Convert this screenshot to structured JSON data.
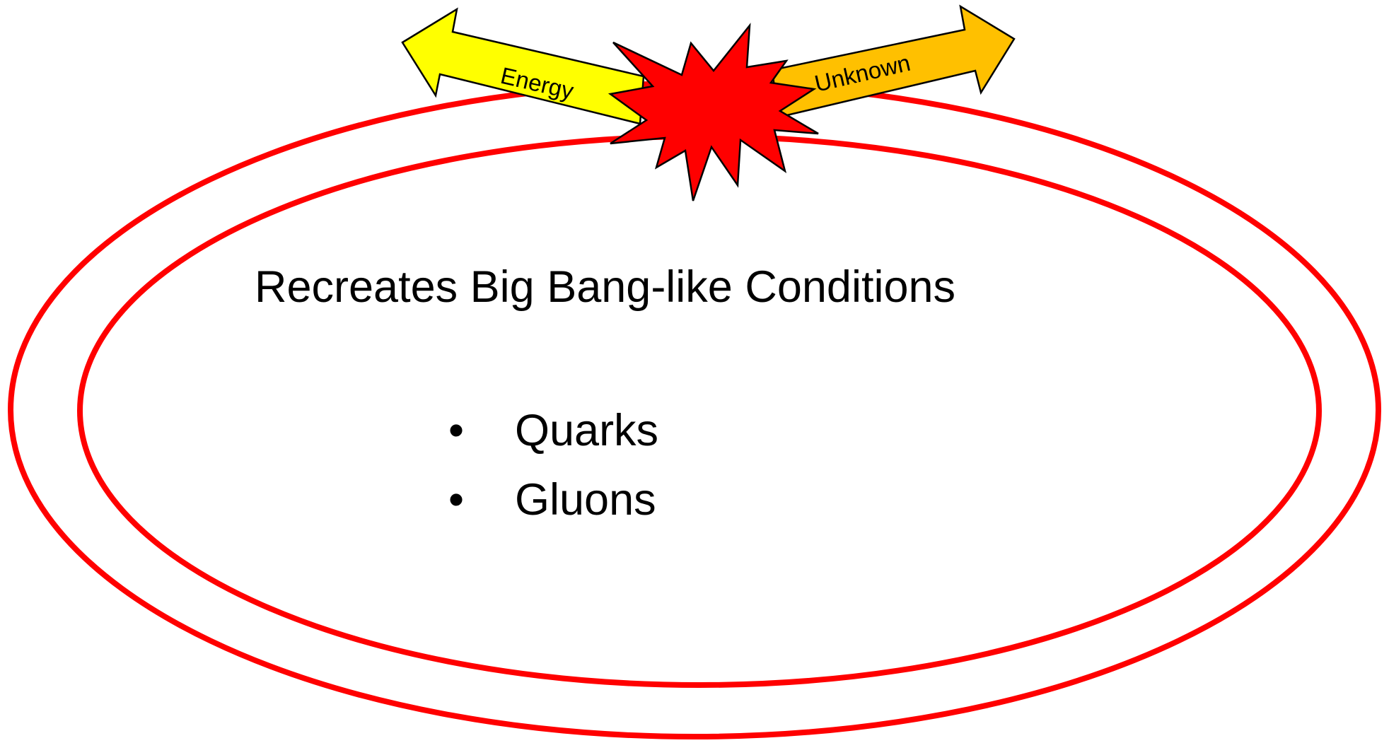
{
  "colors": {
    "ring": "#ff0000",
    "energy_arrow": "#ffff00",
    "unknown_arrow": "#ffc000",
    "burst": "#ff0000",
    "outline": "#000000",
    "text": "#000000"
  },
  "arrows": {
    "left_label": "Energy",
    "right_label": "Unknown"
  },
  "main": {
    "heading": "Recreates Big Bang-like Conditions",
    "bullet_glyph": "•",
    "bullets": [
      "Quarks",
      "Gluons"
    ]
  }
}
